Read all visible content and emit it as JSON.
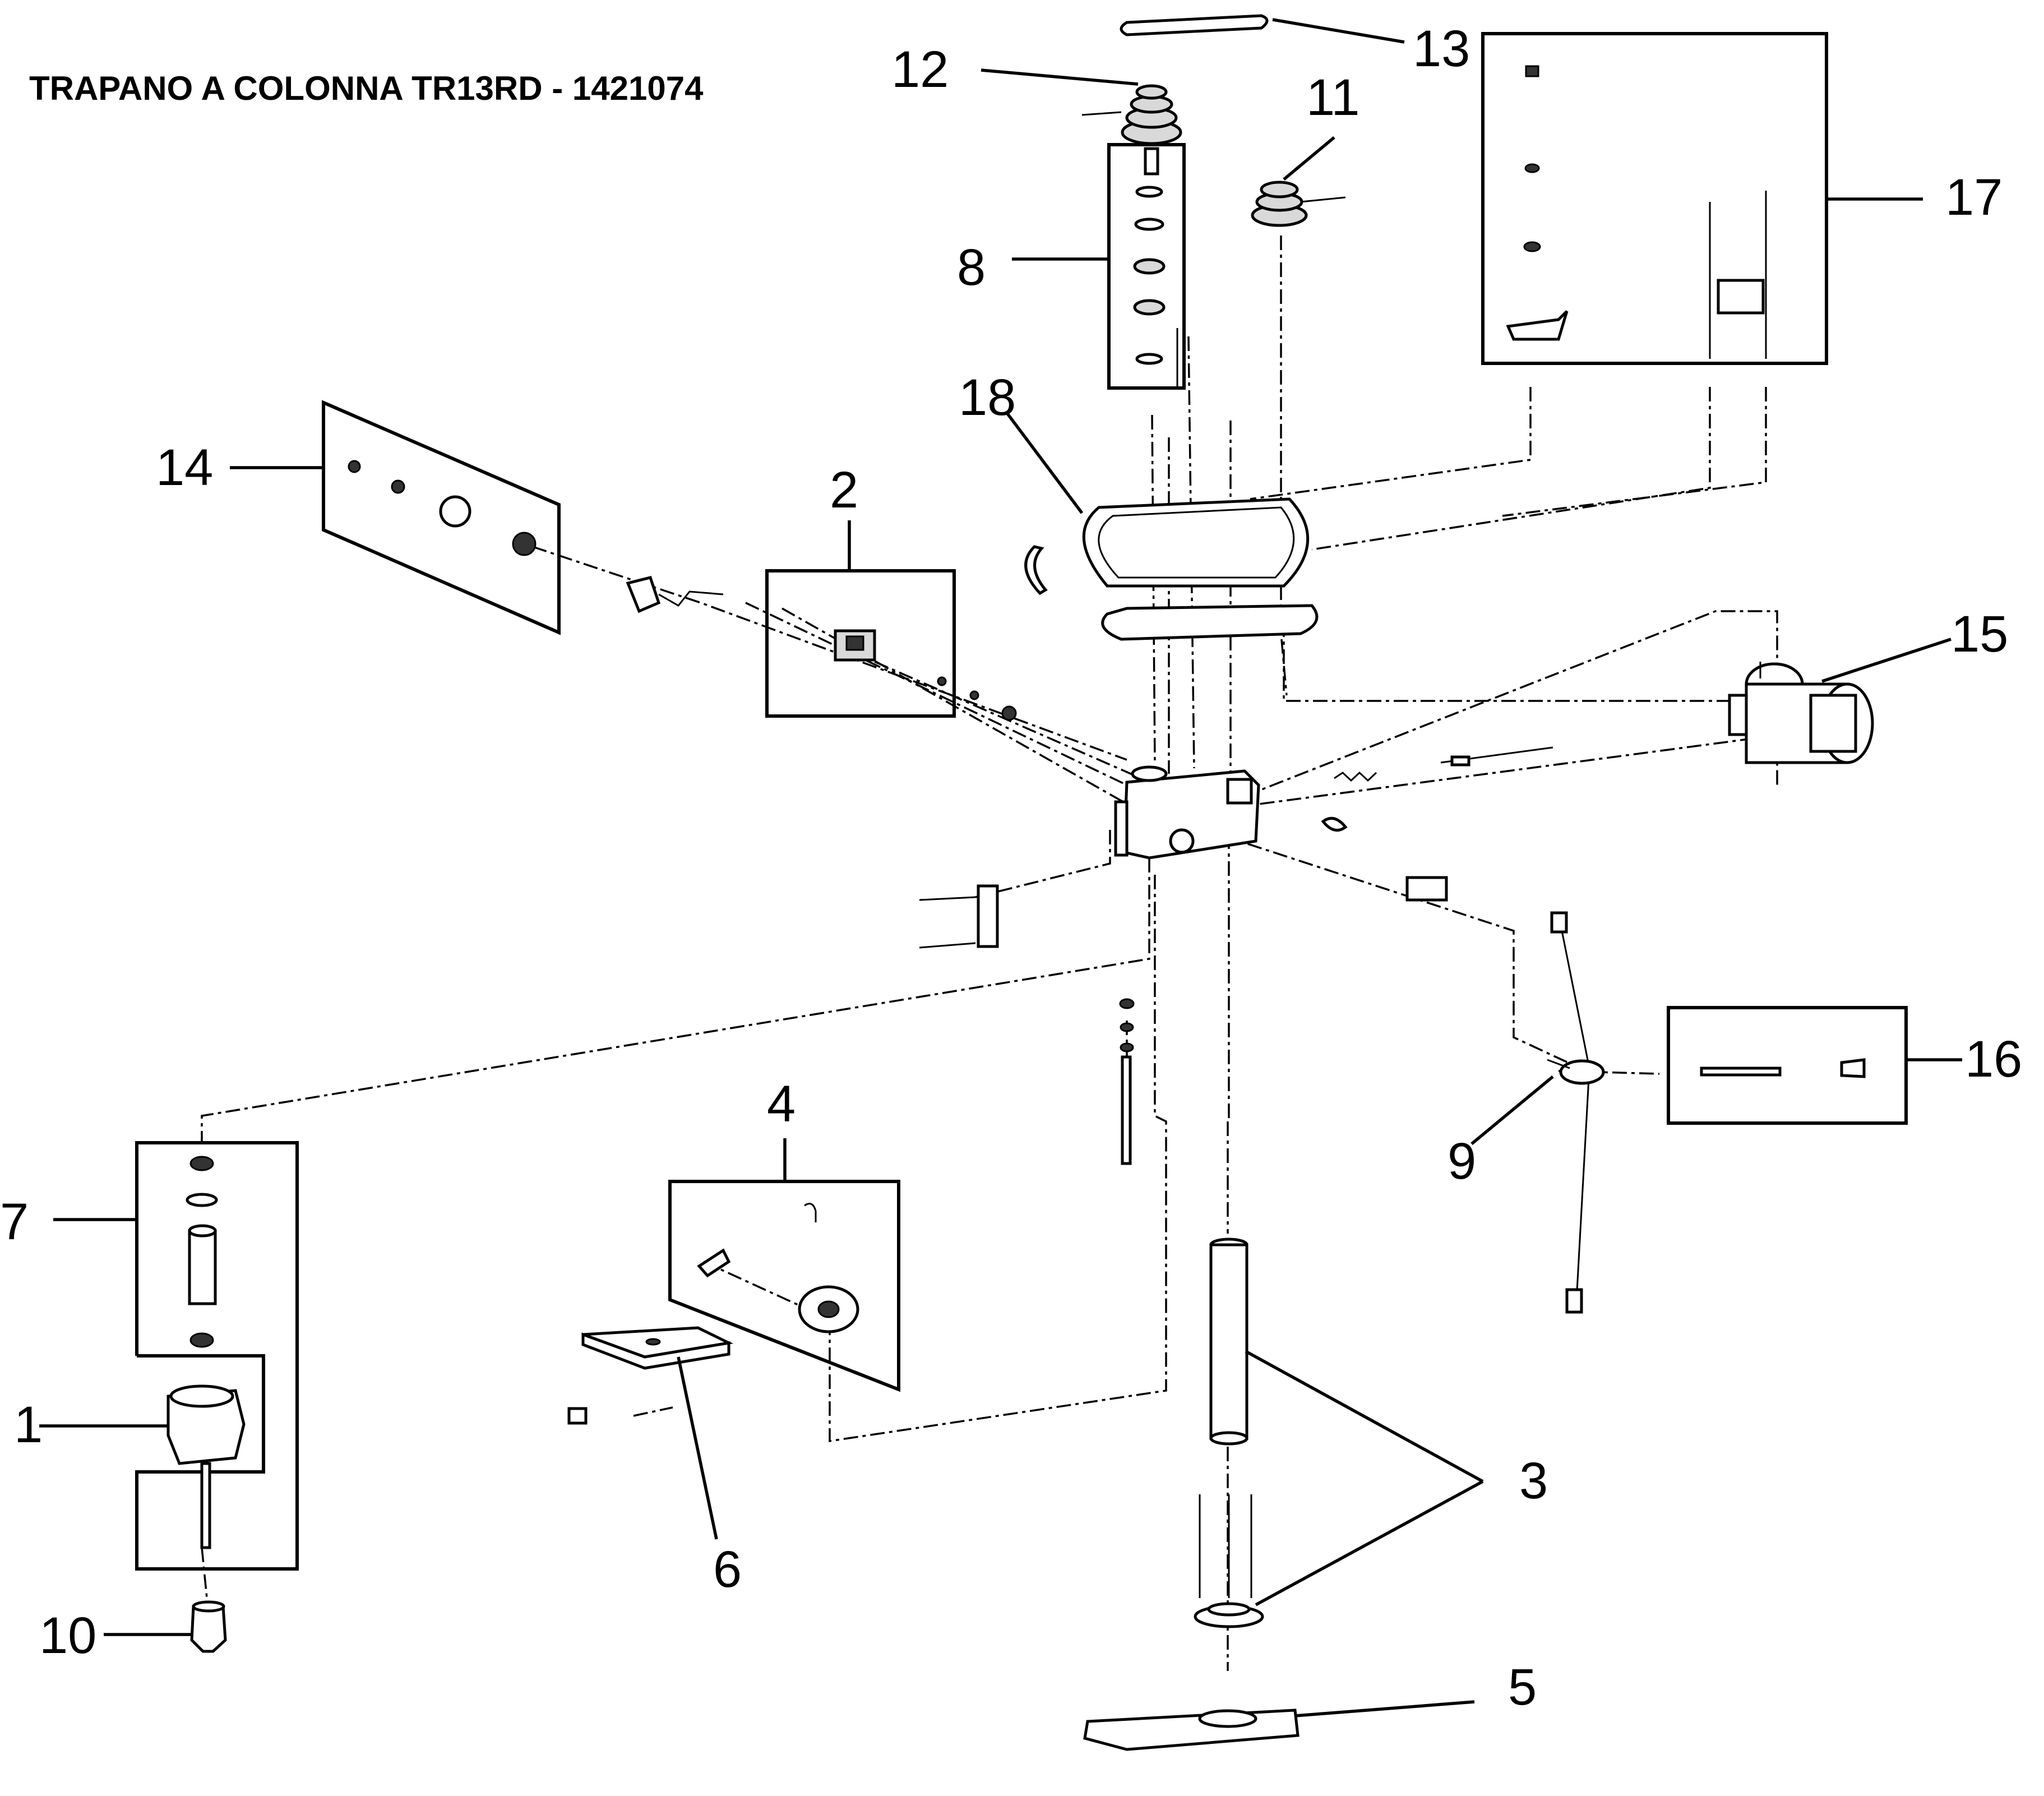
{
  "title": "TRAPANO A COLONNA TR13RD - 1421074",
  "callouts": [
    {
      "id": "1",
      "label": "1"
    },
    {
      "id": "2",
      "label": "2"
    },
    {
      "id": "3",
      "label": "3"
    },
    {
      "id": "4",
      "label": "4"
    },
    {
      "id": "5",
      "label": "5"
    },
    {
      "id": "6",
      "label": "6"
    },
    {
      "id": "7",
      "label": "7"
    },
    {
      "id": "8",
      "label": "8"
    },
    {
      "id": "9",
      "label": "9"
    },
    {
      "id": "10",
      "label": "10"
    },
    {
      "id": "11",
      "label": "11"
    },
    {
      "id": "12",
      "label": "12"
    },
    {
      "id": "13",
      "label": "13"
    },
    {
      "id": "14",
      "label": "14"
    },
    {
      "id": "15",
      "label": "15"
    },
    {
      "id": "16",
      "label": "16"
    },
    {
      "id": "17",
      "label": "17"
    },
    {
      "id": "18",
      "label": "18"
    }
  ]
}
